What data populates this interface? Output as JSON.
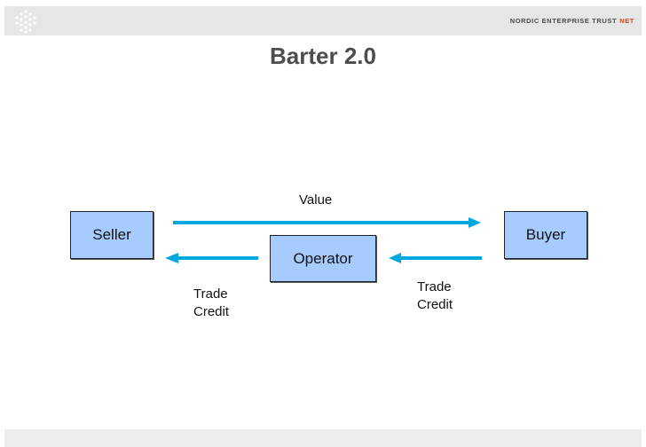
{
  "header": {
    "brand_main": "NORDIC ENTERPRISE TRUST",
    "brand_accent": "NET",
    "logo_icon": "dot-grid-logo"
  },
  "title": "Barter 2.0",
  "diagram": {
    "nodes": {
      "seller": "Seller",
      "buyer": "Buyer",
      "operator": "Operator"
    },
    "edges": {
      "value_label": "Value",
      "trade_credit_left_line1": "Trade",
      "trade_credit_left_line2": "Credit",
      "trade_credit_right_line1": "Trade",
      "trade_credit_right_line2": "Credit"
    },
    "arrow_color": "#00a8e0",
    "box_color": "#a6ccff"
  }
}
